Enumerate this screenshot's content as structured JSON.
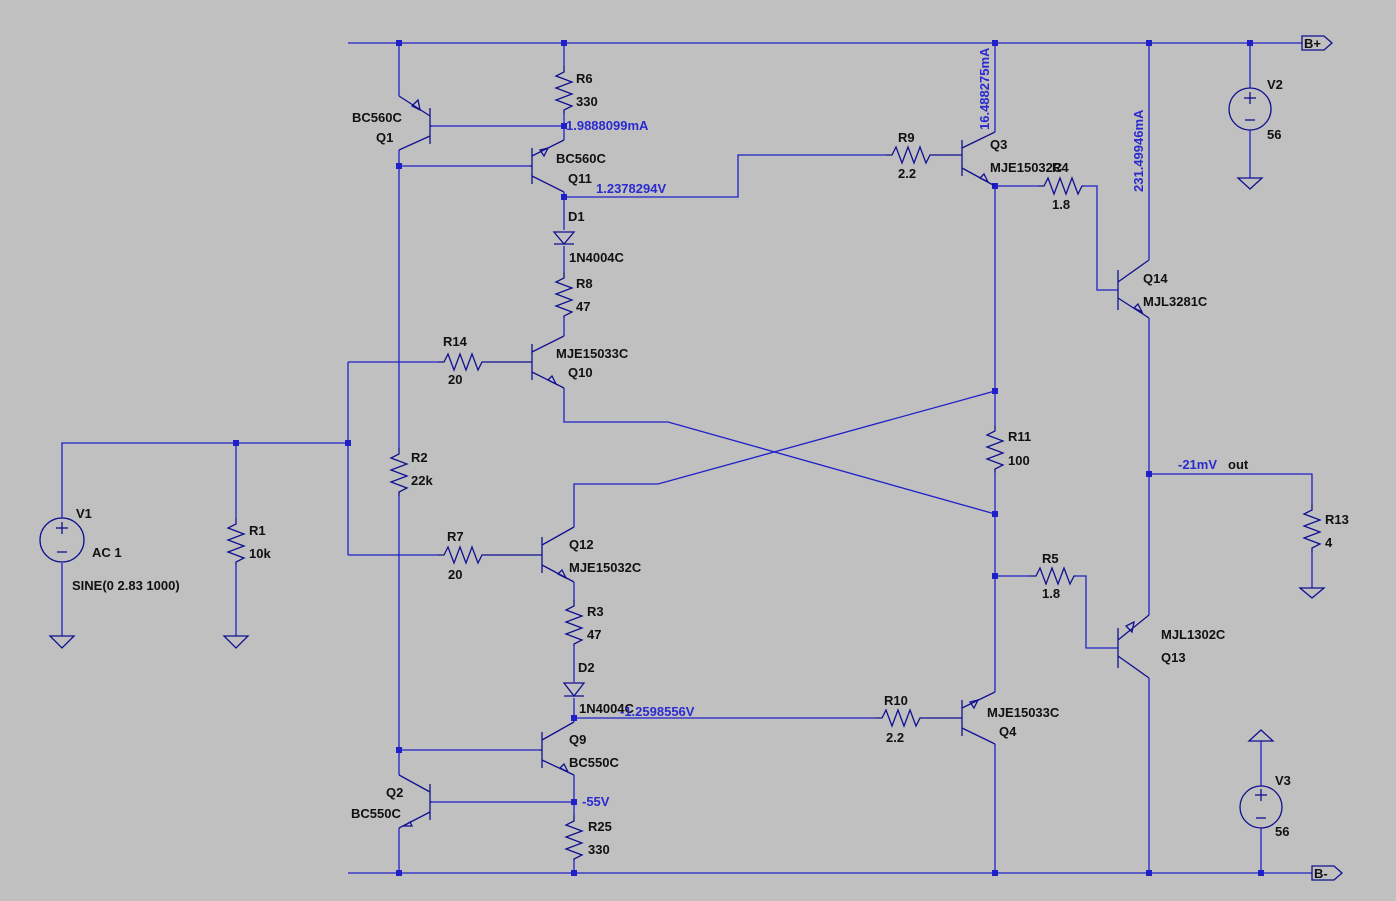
{
  "colors": {
    "background": "#c0c0c0",
    "wire": "#2020c8",
    "component": "#101090",
    "label": "#111111",
    "annotation": "#2a2ad0"
  },
  "labels": {
    "Q1": [
      "BC560C",
      "Q1"
    ],
    "R6": [
      "R6",
      "330"
    ],
    "Q11": [
      "BC560C",
      "Q11"
    ],
    "D1": [
      "D1",
      "1N4004C"
    ],
    "R8": [
      "R8",
      "47"
    ],
    "R14": [
      "R14",
      "20"
    ],
    "Q10": [
      "MJE15033C",
      "Q10"
    ],
    "R9": [
      "R9",
      "2.2"
    ],
    "Q3": [
      "Q3",
      "MJE15032C"
    ],
    "R4": [
      "R4",
      "1.8"
    ],
    "V2": [
      "V2",
      "56"
    ],
    "Q14": [
      "Q14",
      "MJL3281C"
    ],
    "R11": [
      "R11",
      "100"
    ],
    "R2": [
      "R2",
      "22k"
    ],
    "V1": [
      "V1",
      "AC 1",
      "SINE(0 2.83 1000)"
    ],
    "R1": [
      "R1",
      "10k"
    ],
    "R7": [
      "R7",
      "20"
    ],
    "Q12": [
      "Q12",
      "MJE15032C"
    ],
    "R3": [
      "R3",
      "47"
    ],
    "D2": [
      "D2",
      "1N4004C"
    ],
    "R10": [
      "R10",
      "2.2"
    ],
    "Q4": [
      "MJE15033C",
      "Q4"
    ],
    "Q9": [
      "Q9",
      "BC550C"
    ],
    "Q2": [
      "Q2",
      "BC550C"
    ],
    "R25": [
      "R25",
      "330"
    ],
    "R5": [
      "R5",
      "1.8"
    ],
    "Q13": [
      "MJL1302C",
      "Q13"
    ],
    "R13": [
      "R13",
      "4"
    ],
    "V3": [
      "V3",
      "56"
    ]
  },
  "annotations": {
    "i_r6": "1.9888099mA",
    "v_q11": "1.2378294V",
    "i_q3": "16.488275mA",
    "i_q14": "231.49946mA",
    "v_out": "-21mV",
    "v_d2": "-1.2598556V",
    "v_q2": "-55V"
  },
  "net_labels": {
    "out": "out",
    "bplus": "B+",
    "bminus": "B-"
  }
}
